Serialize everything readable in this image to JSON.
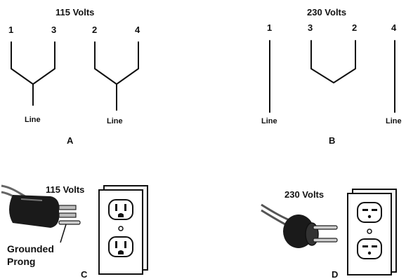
{
  "diagram_a": {
    "title": "115 Volts",
    "terminals": [
      "1",
      "3",
      "2",
      "4"
    ],
    "line_labels": [
      "Line",
      "Line"
    ],
    "panel_label": "A"
  },
  "diagram_b": {
    "title": "230 Volts",
    "terminals": [
      "1",
      "3",
      "2",
      "4"
    ],
    "line_labels": [
      "Line",
      "Line"
    ],
    "panel_label": "B"
  },
  "diagram_c": {
    "title": "115 Volts",
    "callout": [
      "Grounded",
      "Prong"
    ],
    "panel_label": "C"
  },
  "diagram_d": {
    "title": "230 Volts",
    "panel_label": "D"
  }
}
